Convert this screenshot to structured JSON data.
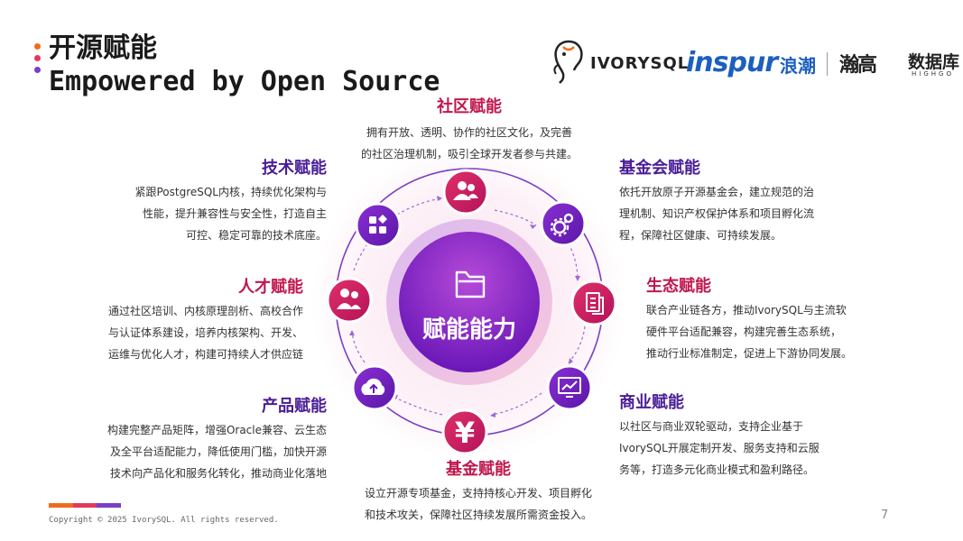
{
  "header": {
    "title_cn": "开源赋能",
    "title_en": "Empowered by Open Source",
    "dot_colors": [
      "#f26b1d",
      "#e03a5f",
      "#7b3fc4"
    ]
  },
  "logos": {
    "ivorysql": "IVORYSQL",
    "inspur": "inspur",
    "inspur_cn": "浪潮",
    "highgo_mark": "瀚高",
    "highgo_cn": "数据库",
    "highgo_en": "HIGHGO"
  },
  "center": {
    "label": "赋能能力",
    "icon": "folder-icon"
  },
  "blocks": {
    "community": {
      "title": "社区赋能",
      "lines": [
        "拥有开放、透明、协作的社区文化，及完善",
        "的社区治理机制，吸引全球开发者参与共建。"
      ],
      "icon": "people-icon"
    },
    "tech": {
      "title": "技术赋能",
      "lines": [
        "紧跟PostgreSQL内核，持续优化架构与",
        "性能，提升兼容性与安全性，打造自主",
        "可控、稳定可靠的技术底座。"
      ],
      "icon": "apps-icon"
    },
    "foundation": {
      "title": "基金会赋能",
      "lines": [
        "依托开放原子开源基金会，建立规范的治",
        "理机制、知识产权保护体系和项目孵化流",
        "程，保障社区健康、可持续发展。"
      ],
      "icon": "gears-icon"
    },
    "talent": {
      "title": "人才赋能",
      "lines": [
        "通过社区培训、内核原理剖析、高校合作",
        "与认证体系建设，培养内核架构、开发、",
        "运维与优化人才，构建可持续人才供应链"
      ],
      "icon": "team-icon"
    },
    "ecosystem": {
      "title": "生态赋能",
      "lines": [
        "联合产业链各方，推动IvorySQL与主流软",
        "硬件平台适配兼容，构建完善生态系统，",
        "推动行业标准制定，促进上下游协同发展。"
      ],
      "icon": "document-icon"
    },
    "product": {
      "title": "产品赋能",
      "lines": [
        "构建完整产品矩阵，增强Oracle兼容、云生态",
        "及全平台适配能力，降低使用门槛，加快开源",
        "技术向产品化和服务化转化，推动商业化落地"
      ],
      "icon": "cloud-upload-icon"
    },
    "business": {
      "title": "商业赋能",
      "lines": [
        "以社区与商业双轮驱动，支持企业基于",
        "IvorySQL开展定制开发、服务支持和云服",
        "务等，打造多元化商业模式和盈利路径。"
      ],
      "icon": "monitor-chart-icon"
    },
    "fund": {
      "title": "基金赋能",
      "lines": [
        "设立开源专项基金，支持持核心开发、项目孵化",
        "和技术攻关，保障社区持续发展所需资金投入。"
      ],
      "icon": "yen-icon"
    }
  },
  "footer": {
    "copyright": "Copyright © 2025 IvorySQL. All rights reserved.",
    "page": "7",
    "bar_colors": [
      "#f26b1d",
      "#e03a5f",
      "#7b3fc4"
    ]
  }
}
